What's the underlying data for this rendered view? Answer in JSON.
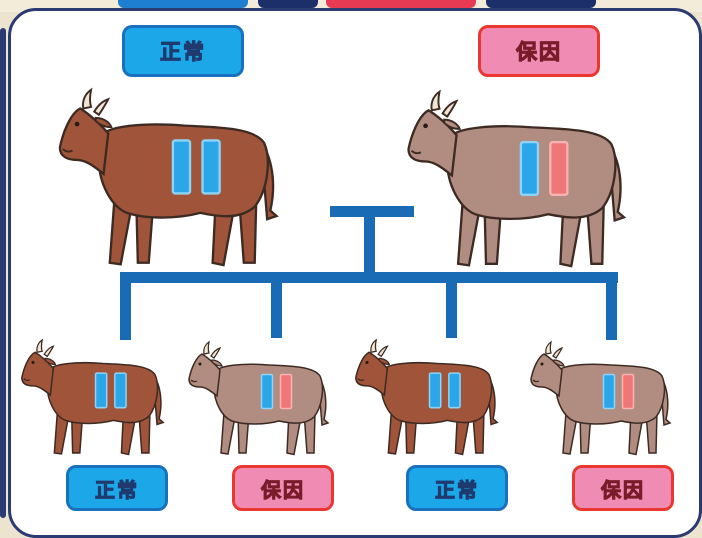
{
  "labels": {
    "parent_left": "正常",
    "parent_right": "保因",
    "child_1": "正常",
    "child_2": "保因",
    "child_3": "正常",
    "child_4": "保因"
  },
  "colors": {
    "normal_cow": "#a0553a",
    "carrier_cow": "#b08d80",
    "normal_gene": "#2ba6e8",
    "mutant_gene": "#f07777",
    "normal_label": "#1ba7e8",
    "carrier_label": "#f08cb4",
    "connector": "#1a6bb5",
    "frame": "#2b3a73"
  },
  "icons": {
    "parent_left": "cow-icon",
    "parent_right": "cow-icon",
    "offspring": "cow-icon"
  }
}
